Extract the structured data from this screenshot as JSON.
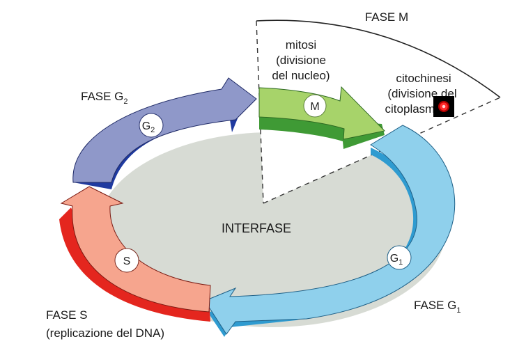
{
  "diagram": {
    "center_label": "INTERFASE",
    "phases": {
      "m_title": "FASE M",
      "g2_title_main": "FASE G",
      "g2_title_sub": "2",
      "s_title": "FASE S",
      "s_note": "(replicazione del DNA)",
      "g1_title_main": "FASE G",
      "g1_title_sub": "1"
    },
    "notes": {
      "mitosi_l1": "mitosi",
      "mitosi_l2": "(divisione",
      "mitosi_l3": "del nucleo)",
      "citochinesi_l1": "citochinesi",
      "citochinesi_l2": "(divisione del",
      "citochinesi_l3": "citoplasma)"
    },
    "badges": {
      "m": "M",
      "g2_main": "G",
      "g2_sub": "2",
      "s": "S",
      "g1_main": "G",
      "g1_sub": "1"
    },
    "colors": {
      "g2_top": "#8f98c9",
      "g2_side": "#1f3aa0",
      "m_top": "#a7d36a",
      "m_side": "#3f9a35",
      "g1_top": "#8fd0ec",
      "g1_side": "#2f9bd0",
      "s_top": "#f6a58e",
      "s_side": "#e4261e",
      "center_fill": "#d7dbd4"
    }
  }
}
